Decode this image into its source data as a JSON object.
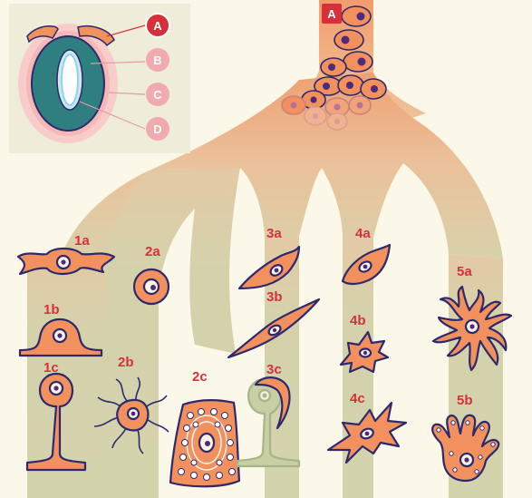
{
  "inset": {
    "labels": [
      {
        "key": "a",
        "text": "A",
        "active": true
      },
      {
        "key": "b",
        "text": "B",
        "active": false
      },
      {
        "key": "c",
        "text": "C",
        "active": false
      },
      {
        "key": "d",
        "text": "D",
        "active": false
      }
    ]
  },
  "origin": {
    "text": "A"
  },
  "cells": {
    "c1a": "1a",
    "c1b": "1b",
    "c1c": "1c",
    "c2a": "2a",
    "c2b": "2b",
    "c2c": "2c",
    "c3a": "3a",
    "c3b": "3b",
    "c3c": "3c",
    "c4a": "4a",
    "c4b": "4b",
    "c4c": "4c",
    "c5a": "5a",
    "c5b": "5b"
  },
  "colors": {
    "background": "#fbf8ea",
    "trunk_top": "#ef9f73",
    "branch": "#d4d3ac",
    "cell_fill": "#f2905e",
    "outline": "#2c2a6e",
    "label": "#d8303a",
    "inset_bg": "#efecd9",
    "inset_ring": "#f6c7c6",
    "inset_core": "#2f7f80",
    "badge_active": "#d8303a",
    "badge_faded": "#f0aab0"
  }
}
